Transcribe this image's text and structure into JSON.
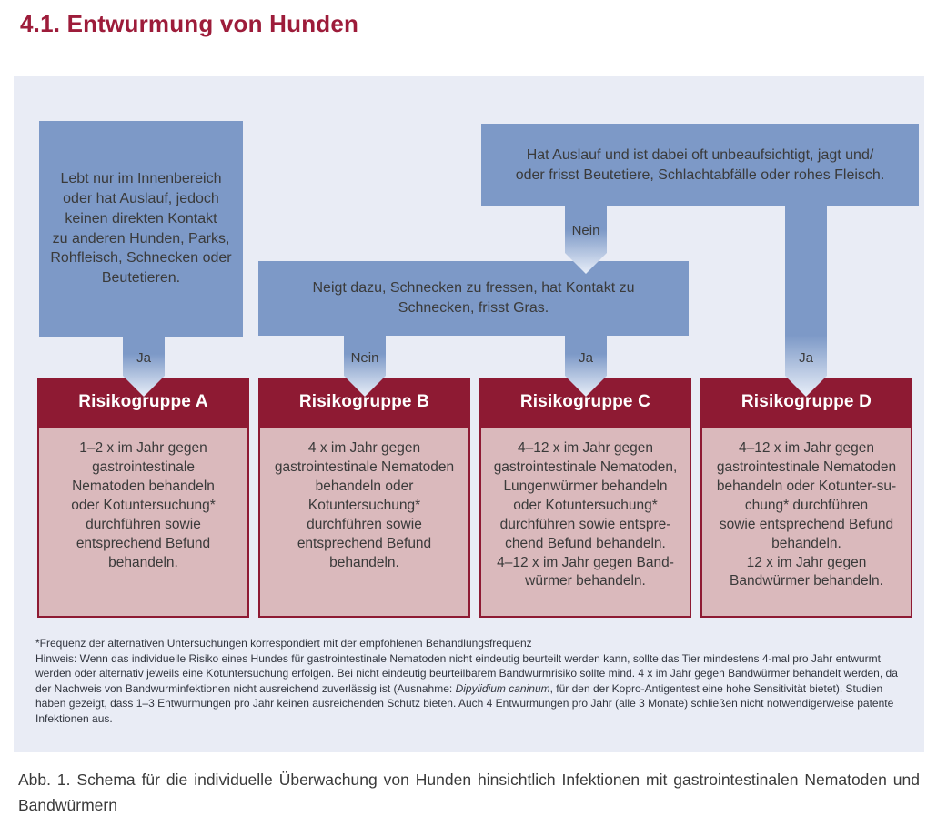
{
  "title": "4.1. Entwurmung von Hunden",
  "caption": "Abb. 1. Schema für die individuelle Überwachung von Hunden hinsichtlich Infektionen mit gastrointestinalen Nematoden und Bandwürmern",
  "diagram": {
    "conditions": {
      "indoor": "Lebt nur im Innenbereich\noder hat Auslauf, jedoch\nkeinen direkten Kontakt\nzu anderen Hunden, Parks,\nRohfleisch, Schnecken oder\nBeutetieren.",
      "outdoor": "Hat Auslauf und ist dabei oft unbeaufsichtigt, jagt und/\noder frisst Beutetiere, Schlachtabfälle oder rohes Fleisch.",
      "snails": "Neigt dazu, Schnecken zu fressen, hat Kontakt zu\nSchnecken, frisst Gras."
    },
    "arrow_labels": {
      "indoor_to_a": "Ja",
      "outdoor_to_snails": "Nein",
      "snails_to_b": "Nein",
      "snails_to_c": "Ja",
      "outdoor_to_d": "Ja"
    },
    "groups": [
      {
        "title": "Risikogruppe A",
        "body": "1–2 x im Jahr gegen\ngastrointestinale\nNematoden behandeln\noder Kotuntersuchung*\ndurchführen sowie\nentsprechend Befund\nbehandeln."
      },
      {
        "title": "Risikogruppe B",
        "body": "4 x im Jahr gegen\ngastrointestinale Nematoden\nbehandeln oder\nKotuntersuchung*\ndurchführen sowie\nentsprechend Befund\nbehandeln."
      },
      {
        "title": "Risikogruppe C",
        "body": "4–12 x im Jahr gegen\ngastrointestinale Nematoden,\nLungenwürmer behandeln\noder Kotuntersuchung*\ndurchführen sowie entspre-\nchend Befund behandeln.\n4–12 x im Jahr gegen Band-\nwürmer behandeln."
      },
      {
        "title": "Risikogruppe D",
        "body": "4–12 x im Jahr gegen\ngastrointestinale Nematoden\nbehandeln oder Kotunter-su-\nchung* durchführen\nsowie entsprechend Befund\nbehandeln.\n12 x im Jahr gegen\nBandwürmer behandeln."
      }
    ],
    "footnote": {
      "star_line": "*Frequenz der alternativen Untersuchungen korrespondiert mit der empfohlenen Behandlungsfrequenz",
      "note_part1": "Hinweis: Wenn das individuelle Risiko eines Hundes für gastrointestinale Nematoden nicht eindeutig beurteilt werden kann, sollte das Tier mindestens 4-mal pro Jahr entwurmt werden oder alternativ jeweils eine Kotuntersuchung erfolgen. Bei nicht eindeutig beurteilbarem Bandwurmrisiko sollte mind. 4 x im Jahr gegen Bandwürmer behandelt werden, da der Nachweis von Bandwurminfektionen nicht ausreichend zuverlässig ist (Ausnahme: ",
      "note_italic": "Dipylidium caninum",
      "note_part2": ", für den der Kopro-Antigentest eine hohe Sensitivität bietet). Studien haben gezeigt, dass 1–3 Entwurmungen pro Jahr keinen ausreichenden Schutz bieten. Auch 4 Entwurmungen pro Jahr (alle 3 Monate) schließen nicht notwendigerweise patente Infektionen aus."
    }
  },
  "colors": {
    "title_red": "#9d1c3a",
    "header_red": "#8e1a33",
    "panel_bg": "#e9ecf5",
    "condition_blue": "#7d99c7",
    "body_pink": "#dab9bc",
    "arrow_fade": "#e8eef8",
    "text_dark": "#3a3a3a",
    "header_text": "#ffffff"
  }
}
